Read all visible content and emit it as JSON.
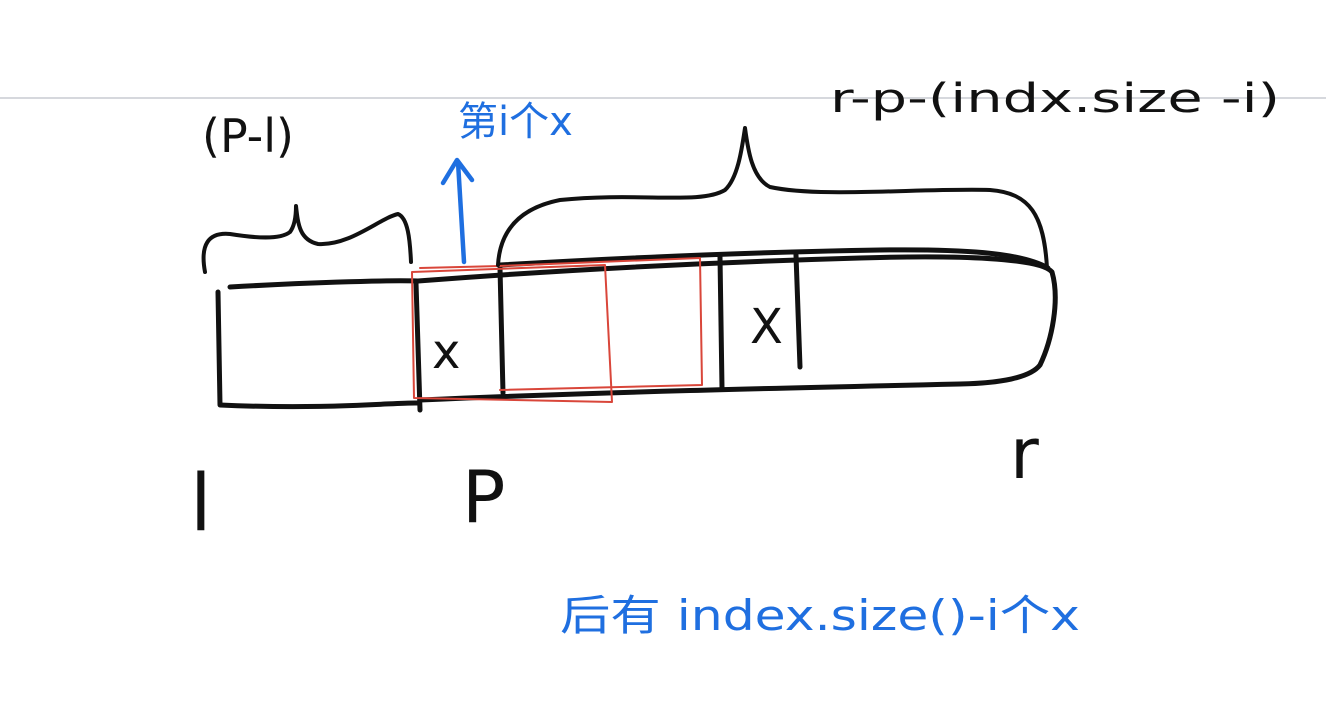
{
  "colors": {
    "ink": "#111111",
    "blue": "#1f6fe0",
    "red": "#d9463a",
    "rule_line": "#c8ccd2",
    "background": "#ffffff"
  },
  "labels": {
    "left_span": "(P-l)",
    "right_span": "r-p-(indx.size -i)",
    "cell_p_value": "x",
    "cell_far_value": "X",
    "pointer_l": "l",
    "pointer_p": "P",
    "pointer_r": "r",
    "arrow_note": "第i个x",
    "bottom_note": "后有 index.size()-i个x"
  }
}
